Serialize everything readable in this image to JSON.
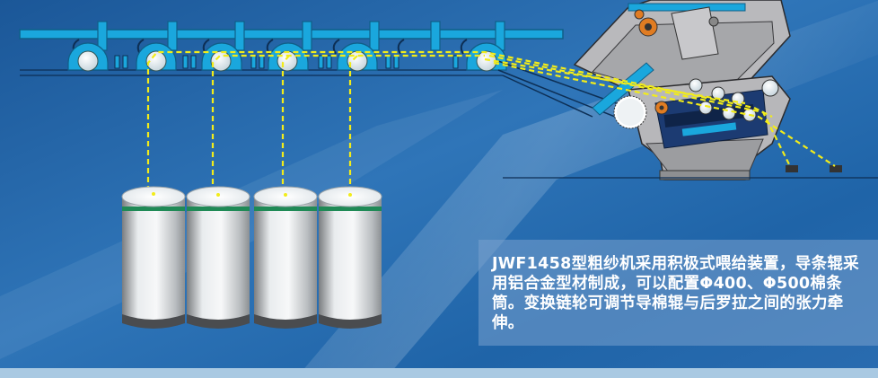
{
  "caption": {
    "text": "JWF1458型粗纱机采用积极式喂给装置，导条辊采用铝合金型材制成，可以配置Φ400、Φ500棉条筒。变换链轮可调节导棉辊与后罗拉之间的张力牵伸。"
  },
  "colors": {
    "background_dark": "#1f5fa0",
    "background_light": "#4f97d2",
    "rail": "#1aa7dd",
    "sliver_path": "#f2ec1a",
    "roller": "#d9e7ee",
    "can_stripe": "#1f8a56",
    "machine_frame": "#b7b7ba",
    "gear_orange": "#e07c22"
  },
  "diagram": {
    "guide_roller_count": 6,
    "can_count": 4
  }
}
